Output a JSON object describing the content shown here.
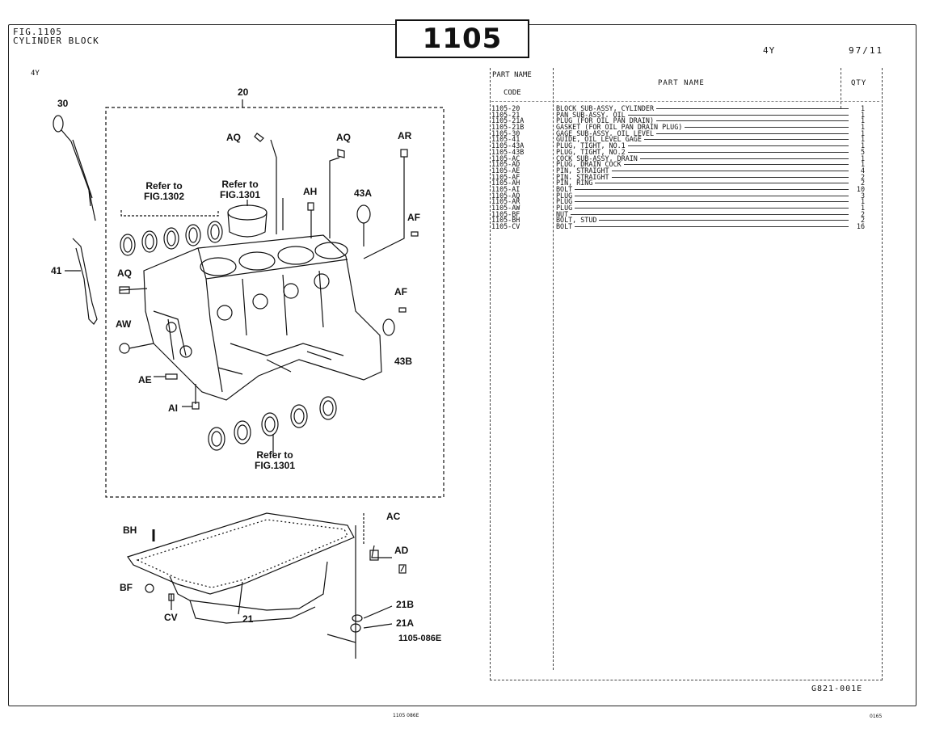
{
  "header": {
    "fig_line": "FIG.1105",
    "title": "CYLINDER BLOCK",
    "fig_box": "1105",
    "model": "4Y",
    "date": "97/11",
    "model_left": "4Y"
  },
  "table": {
    "col_code_header": "PART NAME",
    "col_code_sub": "CODE",
    "col_name_header": "PART   NAME",
    "col_qty_header": "QTY",
    "rows": [
      {
        "code": "1105-20",
        "name": "BLOCK SUB-ASSY, CYLINDER",
        "qty": "1"
      },
      {
        "code": "1105-21",
        "name": "PAN SUB-ASSY, OIL",
        "qty": "1"
      },
      {
        "code": "1105-21A",
        "name": "PLUG (FOR OIL PAN DRAIN)",
        "qty": "1"
      },
      {
        "code": "1105-21B",
        "name": "GASKET (FOR OIL PAN DRAIN PLUG)",
        "qty": "1"
      },
      {
        "code": "1105-30",
        "name": "GAGE SUB-ASSY, OIL LEVEL",
        "qty": "1"
      },
      {
        "code": "1105-41",
        "name": "GUIDE, OIL LEVEL GAGE",
        "qty": "1"
      },
      {
        "code": "1105-43A",
        "name": "PLUG, TIGHT, NO.1",
        "qty": "1"
      },
      {
        "code": "1105-43B",
        "name": "PLUG, TIGHT, NO.2",
        "qty": "5"
      },
      {
        "code": "1105-AC",
        "name": "COCK SUB-ASSY, DRAIN",
        "qty": "1"
      },
      {
        "code": "1105-AD",
        "name": "PLUG, DRAIN COCK",
        "qty": "1"
      },
      {
        "code": "1105-AE",
        "name": "PIN, STRAIGHT",
        "qty": "4"
      },
      {
        "code": "1105-AF",
        "name": "PIN, STRAIGHT",
        "qty": "2"
      },
      {
        "code": "1105-AH",
        "name": "PIN, RING",
        "qty": "2"
      },
      {
        "code": "1105-AI",
        "name": "BOLT",
        "qty": "10"
      },
      {
        "code": "1105-AQ",
        "name": "PLUG",
        "qty": "3"
      },
      {
        "code": "1105-AR",
        "name": "PLUG",
        "qty": "1"
      },
      {
        "code": "1105-AW",
        "name": "PLUG",
        "qty": "1"
      },
      {
        "code": "1105-BF",
        "name": "NUT",
        "qty": "2"
      },
      {
        "code": "1105-BH",
        "name": "BOLT, STUD",
        "qty": "2"
      },
      {
        "code": "1105-CV",
        "name": "BOLT",
        "qty": "16"
      }
    ]
  },
  "diagram": {
    "labels": {
      "l20": "20",
      "l30": "30",
      "l41": "41",
      "l21": "21",
      "aq1": "AQ",
      "aq2": "AQ",
      "aq3": "AQ",
      "ar": "AR",
      "ah": "AH",
      "l43a": "43A",
      "af1": "AF",
      "af2": "AF",
      "aw": "AW",
      "l43b": "43B",
      "ae": "AE",
      "ai": "AI",
      "bh": "BH",
      "bf": "BF",
      "cv": "CV",
      "ac": "AC",
      "ad": "AD",
      "l21b": "21B",
      "l21a": "21A",
      "refer1": "Refer to",
      "fig1302": "FIG.1302",
      "refer2": "Refer to",
      "fig1301a": "FIG.1301",
      "refer3": "Refer to",
      "fig1301b": "FIG.1301"
    },
    "fig_number": "1105-086E"
  },
  "footer": {
    "catalog_code": "G821-001E",
    "bottom_left": "1105  086E",
    "bottom_right": "0165"
  }
}
